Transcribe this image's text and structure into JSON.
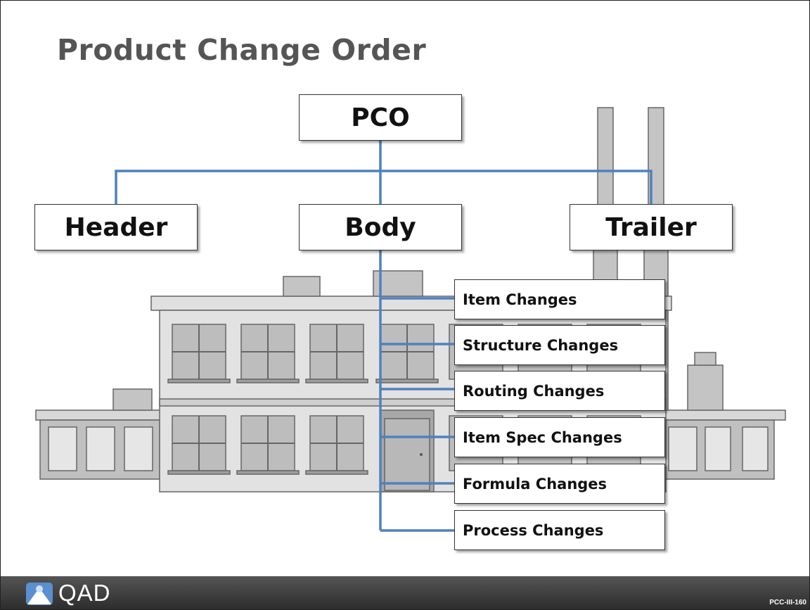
{
  "slide": {
    "title": "Product Change Order",
    "code": "PCC-III-160"
  },
  "diagram": {
    "root": "PCO",
    "level1": [
      "Header",
      "Body",
      "Trailer"
    ],
    "body_children": [
      "Item Changes",
      "Structure Changes",
      "Routing Changes",
      "Item Spec Changes",
      "Formula Changes",
      "Process Changes"
    ],
    "line_color": "#4f81bd"
  },
  "footer": {
    "logo_text": "QAD"
  }
}
